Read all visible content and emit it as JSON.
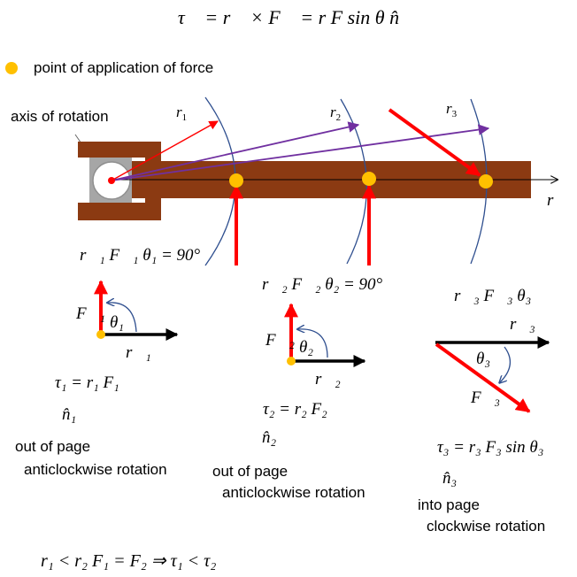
{
  "equation_top": "τ⃗ = r⃗ × F⃗ = r F sin θ n̂",
  "legend": {
    "label": "point of application of force",
    "dot_color": "#ffc000"
  },
  "axis_label": "axis of rotation",
  "radius_labels": {
    "r1": {
      "base": "r",
      "sub": "1"
    },
    "r2": {
      "base": "r",
      "sub": "2"
    },
    "r3": {
      "base": "r",
      "sub": "3"
    }
  },
  "r_axis_label": "r⃗",
  "case1": {
    "header": "r⃗₁  F⃗₁  θ₁ = 90°",
    "f_label": "F⃗₁",
    "theta_label": "θ₁",
    "r_label": "r⃗₁",
    "torque": "τ₁ = r₁ F₁",
    "unit_vector": "n̂₁",
    "direction": "out of page",
    "rotation": "anticlockwise rotation"
  },
  "case2": {
    "header": "r⃗₂  F⃗₂  θ₂ = 90°",
    "f_label": "F⃗₂",
    "theta_label": "θ₂",
    "r_label": "r⃗₂",
    "torque": "τ₂ = r₂ F₂",
    "unit_vector": "n̂₂",
    "direction": "out of page",
    "rotation": "anticlockwise rotation"
  },
  "case3": {
    "header": "r⃗₃  F⃗₃  θ₃",
    "r_label": "r⃗₃",
    "theta_label": "θ₃",
    "f_label": "F⃗₃",
    "torque": "τ₃ = r₃ F₃ sin θ₃",
    "unit_vector": "n̂₃",
    "direction": "into page",
    "rotation": "clockwise rotation"
  },
  "conclusion": "r₁ < r₂  F₁ = F₂ ⇒ τ₁ < τ₂",
  "colors": {
    "beam": "#8b3a12",
    "force": "#ff0000",
    "radius1": "#ff0000",
    "radius_other": "#7030a0",
    "arc": "#2f4f8f",
    "point": "#ffc000",
    "bearing": "#a6a6a6"
  }
}
